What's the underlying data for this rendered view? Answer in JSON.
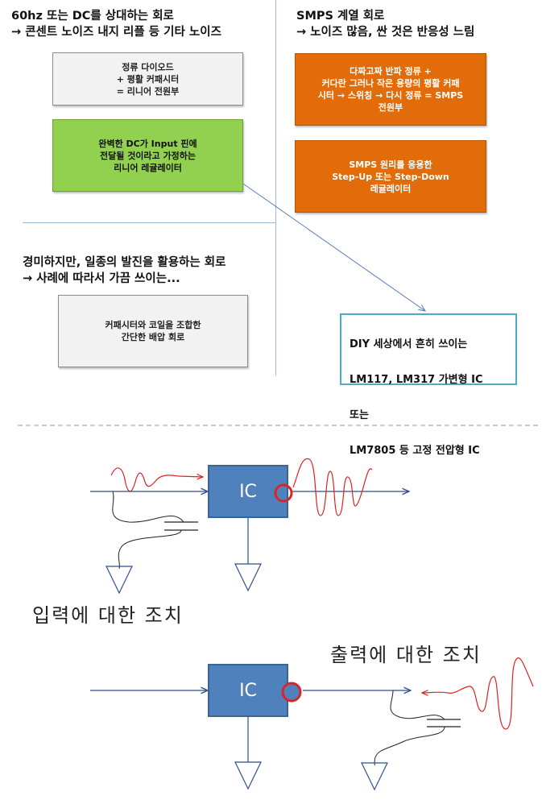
{
  "quadrants": {
    "top_left": {
      "heading_line1": "60hz 또는 DC를 상대하는 회로",
      "heading_line2": "→ 콘센트 노이즈 내지 리플 등 기타 노이즈",
      "box_gray": "정류 다이오드\n+ 평활 커패시터\n= 리니어 전원부",
      "box_green": "완벽한 DC가 Input 핀에\n전달될 것이라고 가정하는\n리니어 레귤레이터"
    },
    "top_right": {
      "heading_line1": "SMPS 계열 회로",
      "heading_line2": "→ 노이즈 많음, 싼 것은 반응성 느림",
      "box_orange1": "다짜고짜 반파 정류 +\n커다란 그러나 작은 용량의 평활 커패\n시터 → 스위칭 → 다시 정류 = SMPS\n전원부",
      "box_orange2": "SMPS 원리를 응용한\nStep-Up 또는 Step-Down\n레귤레이터"
    },
    "bottom_left": {
      "heading_line1": "경미하지만, 일종의 발진을 활용하는 회로",
      "heading_line2": "→ 사례에 따라서 가끔 쓰이는...",
      "box_gray": "커패시터와 코일을 조합한\n간단한 배압 회로"
    },
    "callout": {
      "line1": "DIY 세상에서 흔히 쓰이는",
      "line2": "LM117, LM317 가변형 IC",
      "line3": "또는",
      "line4": "LM7805 등 고정 전압형 IC"
    }
  },
  "circuits": {
    "ic_label": "IC",
    "input_label": "입력에 대한 조치",
    "output_label": "출력에 대한 조치"
  },
  "colors": {
    "quadrant_divider": "#9fb9d6",
    "ic_fill": "#4f81bd",
    "wire": "#2f4f8f",
    "noise": "#e02020",
    "pin_marker": "#d9242a"
  }
}
